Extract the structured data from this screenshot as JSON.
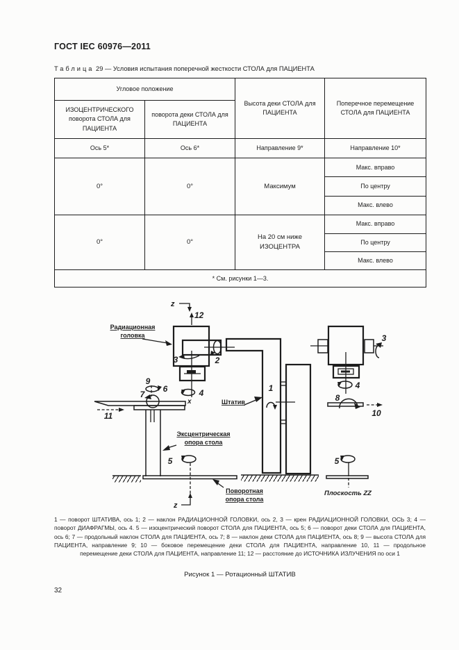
{
  "page": {
    "header": "ГОСТ IEC 60976—2011",
    "page_number": "32"
  },
  "table": {
    "caption_label": "Таблица",
    "caption_number": "29",
    "caption_title": "— Условия испытания поперечной жесткости СТОЛА для ПАЦИЕНТА",
    "header": {
      "angular_group": "Угловое положение",
      "col_isocentric": "ИЗОЦЕНТРИЧЕСКОГО поворота СТОЛА для ПАЦИЕНТА",
      "col_top_rotation": "поворота деки СТОЛА для ПАЦИЕНТА",
      "col_height": "Высота деки СТОЛА для ПАЦИЕНТА",
      "col_lateral": "Поперечное перемещение СТОЛА для ПАЦИЕНТА",
      "axis_5": "Ось 5*",
      "axis_6": "Ось 6*",
      "direction_9": "Направление 9*",
      "direction_10": "Направление 10*"
    },
    "groups": [
      {
        "angle_isocentric": "0°",
        "angle_top": "0°",
        "height": "Максимум",
        "positions": [
          "Макс. вправо",
          "По центру",
          "Макс. влево"
        ]
      },
      {
        "angle_isocentric": "0°",
        "angle_top": "0°",
        "height": "На 20 см ниже ИЗОЦЕНТРА",
        "positions": [
          "Макс. вправо",
          "По центру",
          "Макс. влево"
        ]
      }
    ],
    "footnote": "* См. рисунки 1—3."
  },
  "figure": {
    "labels": {
      "radiation_head_1": "Радиационная",
      "radiation_head_2": "головка",
      "stand": "Штатив",
      "eccentric_support_1": "Эксцентрическая",
      "eccentric_support_2": "опора стола",
      "rotary_support_1": "Поворотная",
      "rotary_support_2": "опора стола",
      "plane_zz": "Плоскость ZZ",
      "axis_z": "z",
      "x_mark": "x"
    },
    "numbers": {
      "n1": "1",
      "n2": "2",
      "n3": "3",
      "n4": "4",
      "n5": "5",
      "n6": "6",
      "n7": "7",
      "n8": "8",
      "n9": "9",
      "n10": "10",
      "n11": "11",
      "n12": "12"
    },
    "caption": "1 — поворот ШТАТИВА, ось 1; 2 — наклон РАДИАЦИОННОЙ ГОЛОВКИ, ось 2, 3 — крен РАДИАЦИОННОЙ ГОЛОВКИ, ОСЬ 3; 4 — поворот ДИАФРАГМЫ, ось 4. 5 — изоцентрический поворот СТОЛА для ПАЦИЕНТА, ось 5; 6 — поворот деки СТОЛА для ПАЦИЕНТА, ось 6; 7 — продольный наклон СТОЛА для ПАЦИЕНТА, ось 7; 8 — наклон деки СТОЛА для ПАЦИЕНТА, ось 8; 9 — высота СТОЛА для ПАЦИЕНТА, направление 9; 10 — боковое перемещение деки СТОЛА для ПАЦИЕНТА, направление 10, 11 — продольное перемещение деки СТОЛА для ПАЦИЕНТА, направление 11; 12 — расстояние до ИСТОЧНИКА ИЗЛУЧЕНИЯ по оси 1",
    "title": "Рисунок 1 — Ротационный ШТАТИВ"
  }
}
